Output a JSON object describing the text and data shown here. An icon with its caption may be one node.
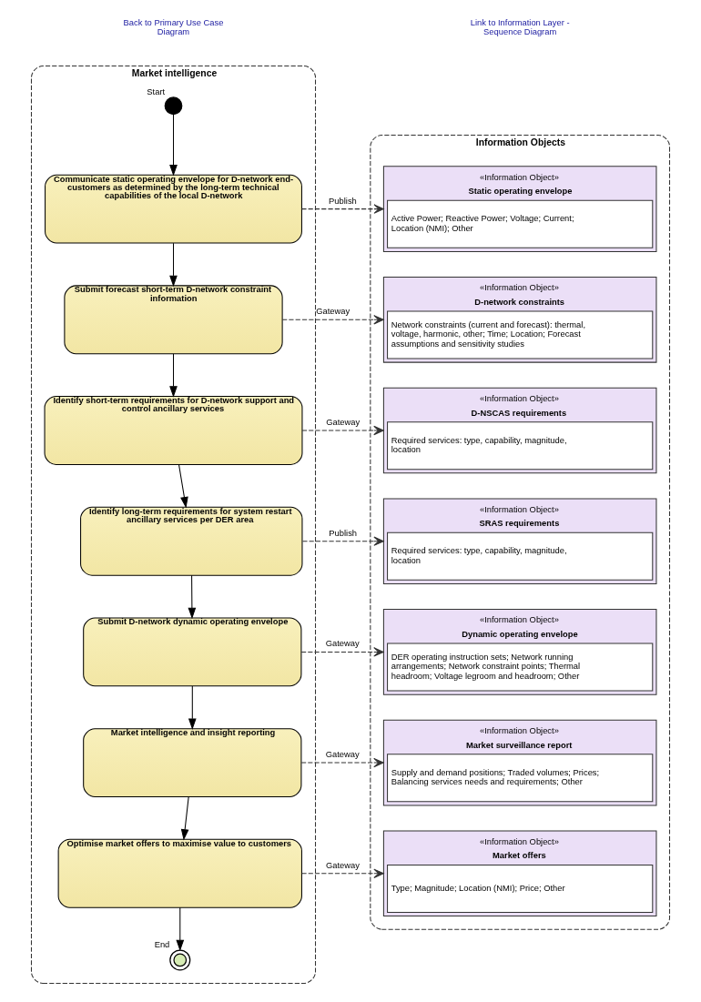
{
  "diagram": {
    "nodes": [
      {
        "text": [
          "Market intelligence"
        ]
      },
      {
        "text": [
          "Information Objects"
        ]
      },
      {
        "text": [],
        "shape": "circle",
        "in": 0,
        "beside": [
          "Start"
        ]
      },
      {
        "text": [
          "Communicate static operating envelope for D-network end-customers as determined by the long-term technical capabilities of the local D-network"
        ],
        "in": 0
      },
      {
        "text": [
          "Submit forecast short-term D-network constraint information"
        ],
        "in": 0
      },
      {
        "text": [
          "Identify short-term requirements for D-network support and control ancillary services"
        ],
        "in": 0
      },
      {
        "text": [
          "Identify long-term requirements for system restart ancillary services per DER area"
        ],
        "in": 0
      },
      {
        "text": [
          "Submit D-network dynamic operating envelope"
        ],
        "in": 0
      },
      {
        "text": [
          "Market intelligence and insight reporting"
        ],
        "in": 0
      },
      {
        "text": [
          "Optimise market offers to maximise value to customers"
        ],
        "in": 0
      },
      {
        "text": [],
        "shape": "circle",
        "in": 0,
        "beside": [
          "End"
        ]
      },
      {
        "text": [
          "«Information Object»",
          "Static operating envelope",
          "Active Power; Reactive Power; Voltage; Current; Location (NMI); Other"
        ],
        "in": 1
      },
      {
        "text": [
          "«Information Object»",
          "D-network constraints",
          "Network constraints (current and forecast): thermal, voltage, harmonic, other; Time; Location; Forecast assumptions and sensitivity studies"
        ],
        "in": 1
      },
      {
        "text": [
          "«Information Object»",
          "D-NSCAS requirements",
          "Required services: type, capability, magnitude, location"
        ],
        "in": 1
      },
      {
        "text": [
          "«Information Object»",
          "SRAS requirements",
          "Required services: type, capability, magnitude, location"
        ],
        "in": 1
      },
      {
        "text": [
          "«Information Object»",
          "Dynamic operating envelope",
          "DER operating instruction sets; Network running arrangements; Network constraint points; Thermal headroom; Voltage legroom and headroom; Other"
        ],
        "in": 1
      },
      {
        "text": [
          "«Information Object»",
          "Market surveillance report",
          "Supply and demand positions; Traded volumes; Prices; Balancing services needs and requirements; Other"
        ],
        "in": 1
      },
      {
        "text": [
          "«Information Object»",
          "Market offers",
          "Type; Magnitude; Location (NMI); Price; Other"
        ],
        "in": 1
      }
    ],
    "edges": [
      {
        "from": 2,
        "to": 3,
        "arrow": "to"
      },
      {
        "from": 3,
        "to": 4,
        "arrow": "to"
      },
      {
        "from": 4,
        "to": 5,
        "arrow": "to"
      },
      {
        "from": 5,
        "to": 6,
        "arrow": "to"
      },
      {
        "from": 6,
        "to": 7,
        "arrow": "to"
      },
      {
        "from": 7,
        "to": 8,
        "arrow": "to"
      },
      {
        "from": 8,
        "to": 9,
        "arrow": "to"
      },
      {
        "from": 9,
        "to": 10,
        "arrow": "to"
      },
      {
        "from": 3,
        "to": 11,
        "arrow": "to",
        "label": "Publish",
        "style": "dashed"
      },
      {
        "from": 4,
        "to": 12,
        "arrow": "to",
        "label": "Gateway",
        "style": "dashed"
      },
      {
        "from": 5,
        "to": 13,
        "arrow": "to",
        "label": "Gateway",
        "style": "dashed"
      },
      {
        "from": 6,
        "to": 14,
        "arrow": "to",
        "label": "Publish",
        "style": "dashed"
      },
      {
        "from": 7,
        "to": 15,
        "arrow": "to",
        "label": "Gateway",
        "style": "dashed"
      },
      {
        "from": 8,
        "to": 16,
        "arrow": "to",
        "label": "Gateway",
        "style": "dashed"
      },
      {
        "from": 9,
        "to": 17,
        "arrow": "to",
        "label": "Gateway",
        "style": "dashed"
      }
    ],
    "labels": [
      "Back to Primary Use Case Diagram",
      "Link to Information Layer - Sequence Diagram"
    ]
  }
}
